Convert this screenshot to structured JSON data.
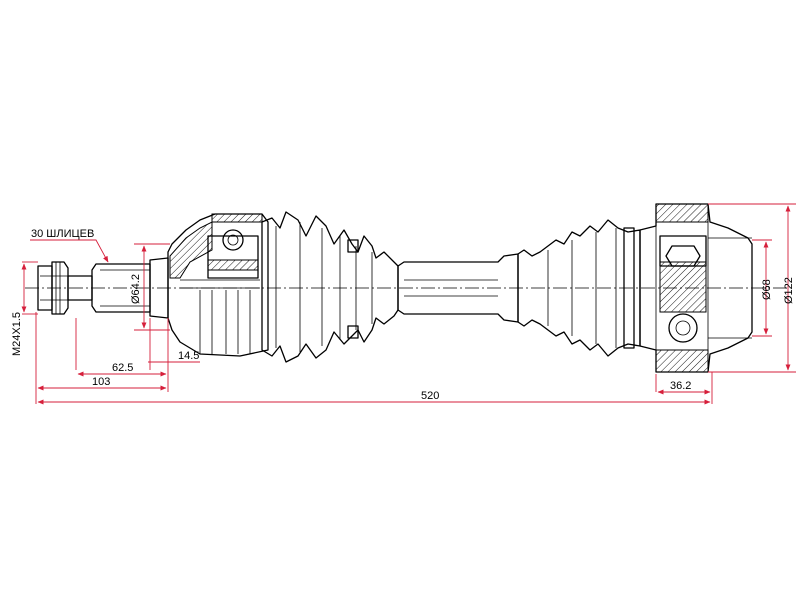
{
  "labels": {
    "splines": "30 ШЛИЦЕВ",
    "thread": "M24X1.5",
    "dia_shaft": "Ø64.2",
    "dia_inner": "Ø68",
    "dia_outer": "Ø122",
    "len_total": "520",
    "len_103": "103",
    "len_62_5": "62.5",
    "len_14_5": "14.5",
    "len_36_2": "36.2"
  },
  "colors": {
    "dimension": "#d61f3b",
    "outline": "#000000"
  }
}
